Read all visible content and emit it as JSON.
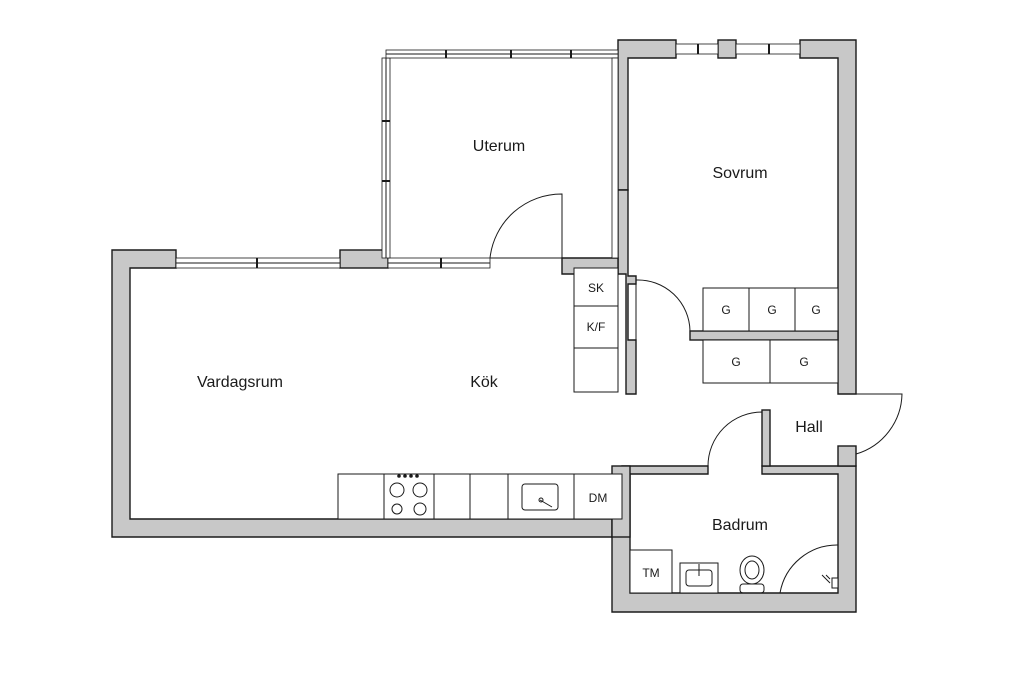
{
  "rooms": {
    "uterum": "Uterum",
    "sovrum": "Sovrum",
    "vardagsrum": "Vardagsrum",
    "kok": "Kök",
    "hall": "Hall",
    "badrum": "Badrum"
  },
  "fixtures": {
    "sk": "SK",
    "kf": "K/F",
    "g": "G",
    "dm": "DM",
    "tm": "TM"
  },
  "colors": {
    "wall": "#c8c8c8",
    "line": "#1a1a1a"
  }
}
